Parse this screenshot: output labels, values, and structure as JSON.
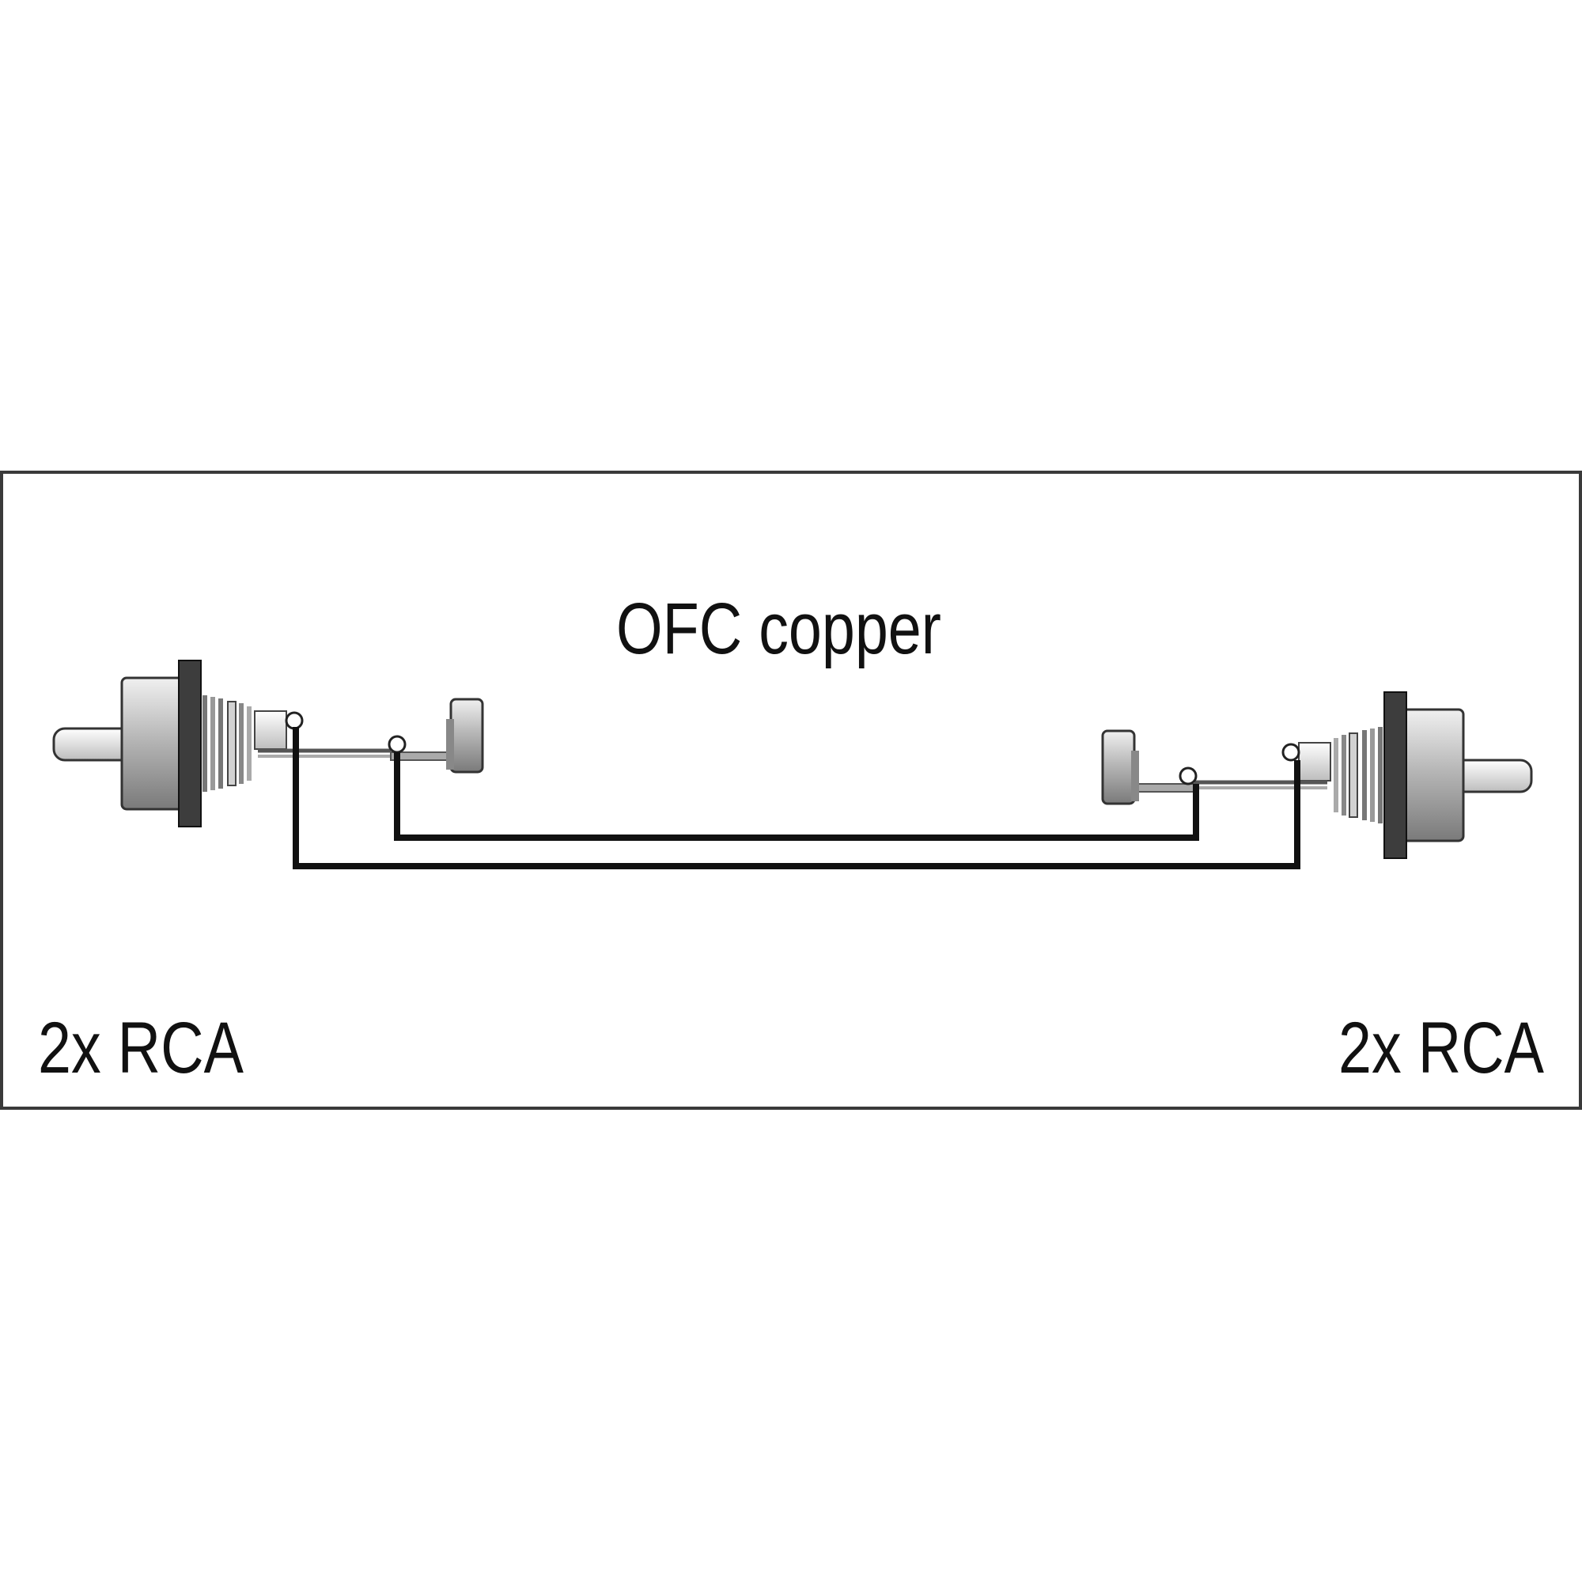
{
  "diagram": {
    "cable_label": "OFC copper",
    "left_connector": {
      "label": "2x RCA",
      "icon": "rca-plug-icon"
    },
    "right_connector": {
      "label": "2x RCA",
      "icon": "rca-plug-icon"
    },
    "colors": {
      "frame": "#3a3a3a",
      "wire": "#111111",
      "plug_body": "#a8a8a8",
      "plug_light": "#e6e6e6"
    }
  }
}
